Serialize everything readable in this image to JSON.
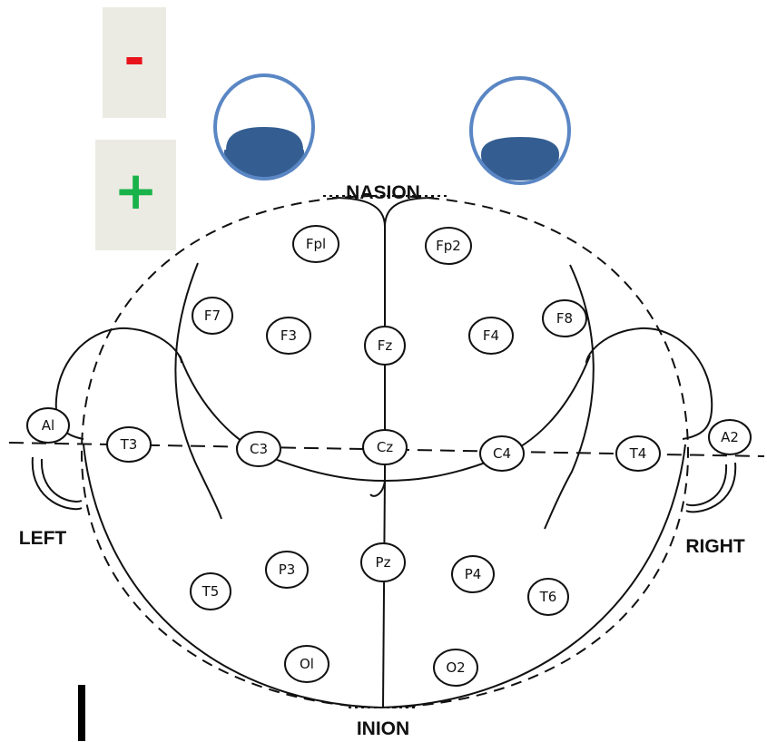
{
  "controls": {
    "zoom_out": {
      "label": "-",
      "color": "#e8141c"
    },
    "zoom_in": {
      "label": "+",
      "color": "#19b34a"
    }
  },
  "eye_icons": {
    "ring_color": "#5a86c4",
    "fill_color": "#345e91"
  },
  "labels": {
    "nasion": "NASION",
    "inion": "INION",
    "left": "LEFT",
    "right": "RIGHT"
  },
  "electrodes": {
    "fp1": "Fpl",
    "fp2": "Fp2",
    "f7": "F7",
    "f3": "F3",
    "fz": "Fz",
    "f4": "F4",
    "f8": "F8",
    "a1": "Al",
    "t3": "T3",
    "c3": "C3",
    "cz": "Cz",
    "c4": "C4",
    "t4": "T4",
    "a2": "A2",
    "t5": "T5",
    "p3": "P3",
    "pz": "Pz",
    "p4": "P4",
    "t6": "T6",
    "o1": "Ol",
    "o2": "O2"
  }
}
